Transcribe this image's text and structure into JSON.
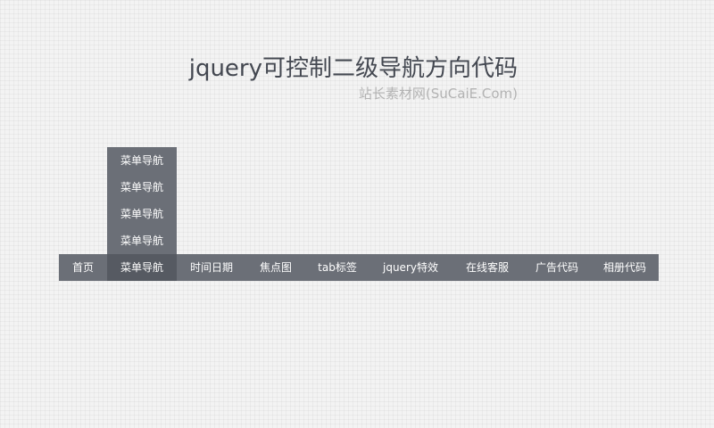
{
  "header": {
    "title": "jquery可控制二级导航方向代码",
    "subtitle": "站长素材网(SuCaiE.Com)"
  },
  "nav": {
    "items": [
      {
        "label": "首页"
      },
      {
        "label": "菜单导航"
      },
      {
        "label": "时间日期"
      },
      {
        "label": "焦点图"
      },
      {
        "label": "tab标签"
      },
      {
        "label": "jquery特效"
      },
      {
        "label": "在线客服"
      },
      {
        "label": "广告代码"
      },
      {
        "label": "相册代码"
      }
    ],
    "submenu": {
      "items": [
        {
          "label": "菜单导航"
        },
        {
          "label": "菜单导航"
        },
        {
          "label": "菜单导航"
        },
        {
          "label": "菜单导航"
        }
      ]
    }
  },
  "colors": {
    "nav_bg": "#6b6f77",
    "nav_active_bg": "#565a62",
    "title": "#444851",
    "subtitle": "#b3b3b3"
  }
}
